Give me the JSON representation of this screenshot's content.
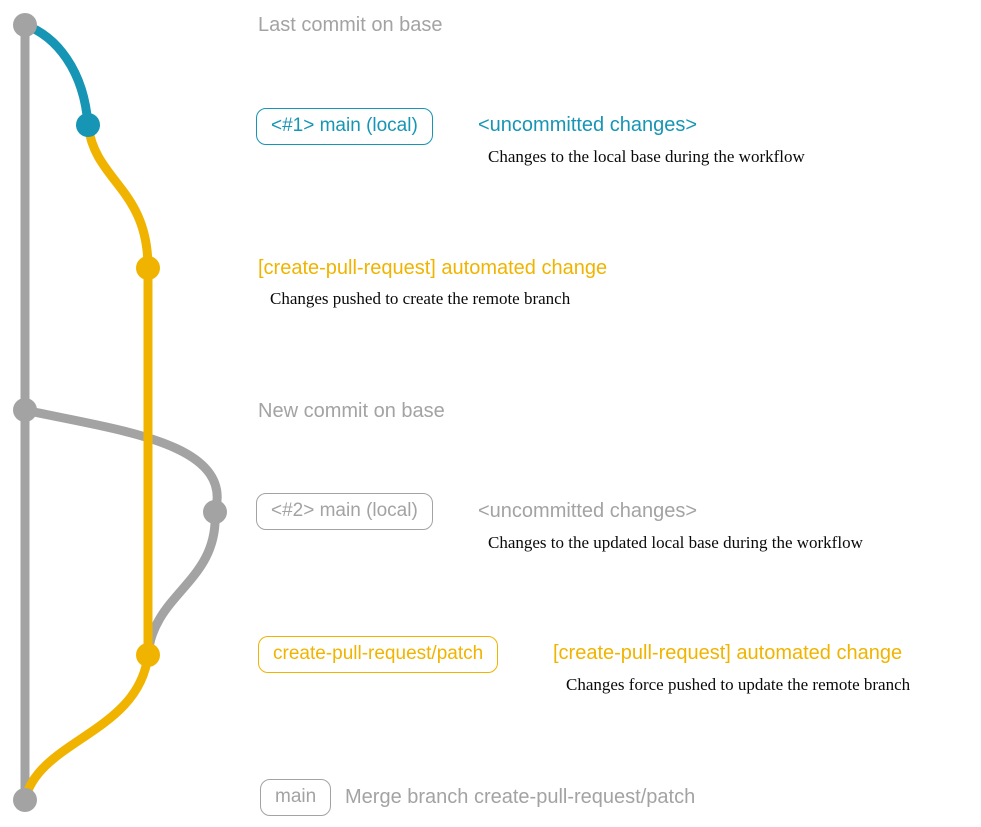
{
  "colors": {
    "gray": "#a3a3a3",
    "teal": "#1795b4",
    "yellow": "#f0b400"
  },
  "rows": [
    {
      "id": "last-commit-on-base",
      "label": "Last commit on base",
      "color": "gray"
    },
    {
      "id": "main-local-1",
      "badge": "<#1> main (local)",
      "label": "<uncommitted changes>",
      "desc": "Changes to the local base during the workflow",
      "color": "teal"
    },
    {
      "id": "automated-change-1",
      "label": "[create-pull-request] automated change",
      "desc": "Changes pushed to create the remote branch",
      "color": "yellow"
    },
    {
      "id": "new-commit-on-base",
      "label": "New commit on base",
      "color": "gray"
    },
    {
      "id": "main-local-2",
      "badge": "<#2> main (local)",
      "label": "<uncommitted changes>",
      "desc": "Changes to the updated local base during the workflow",
      "color": "gray"
    },
    {
      "id": "create-pull-request-patch",
      "badge": "create-pull-request/patch",
      "label": "[create-pull-request] automated change",
      "desc": "Changes force pushed to update the remote branch",
      "color": "yellow"
    },
    {
      "id": "merge-commit",
      "badge": "main",
      "label": "Merge branch create-pull-request/patch",
      "color": "gray"
    }
  ]
}
